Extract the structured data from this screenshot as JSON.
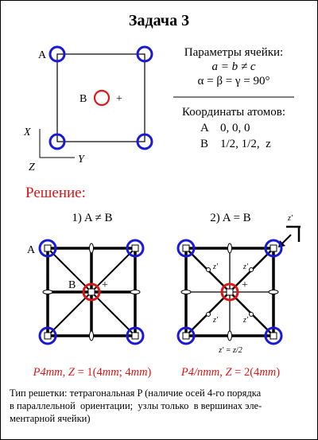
{
  "title": "Задача 3",
  "cell": {
    "label_a": "A",
    "label_b": "B",
    "plus": "+",
    "axis_x": "X",
    "axis_y": "Y",
    "axis_z": "Z"
  },
  "params": {
    "heading": "Параметры ячейки:",
    "line1": "a = b ≠ c",
    "line2": "α = β = γ = 90°",
    "coords_heading": "Координаты атомов:",
    "atom_a": "A    0, 0, 0",
    "atom_b": "B    1/2, 1/2,  z"
  },
  "solution_heading": "Решение:",
  "case1": {
    "label": "1) A ≠ B",
    "label_a": "A",
    "label_b": "B",
    "plus": "+",
    "symbol_part1": "P4mm, Z",
    "symbol_part2": " = 1(4",
    "symbol_part3": "mm",
    "symbol_part4": "; 4",
    "symbol_part5": "mm",
    "symbol_part6": ")"
  },
  "case2": {
    "label": "2) A = B",
    "corner_label": "z'",
    "plus": "+",
    "z1": "z'",
    "z2": "z'",
    "z3": "z'",
    "z4": "z'",
    "z_eq": "z' = z/2",
    "symbol_part1": "P4/nmm, Z",
    "symbol_part2": " = 2(4",
    "symbol_part3": "mm",
    "symbol_part4": ")"
  },
  "footer": {
    "line1": "Тип решетки: тетрагональная P (наличие осей 4-го порядка",
    "line2": "в параллельной  ориентации;  узлы только  в вершинах эле-",
    "line3": "ментарной ячейки)"
  },
  "colors": {
    "blue": "#1a1ad6",
    "red": "#e01515",
    "black": "#000000"
  }
}
